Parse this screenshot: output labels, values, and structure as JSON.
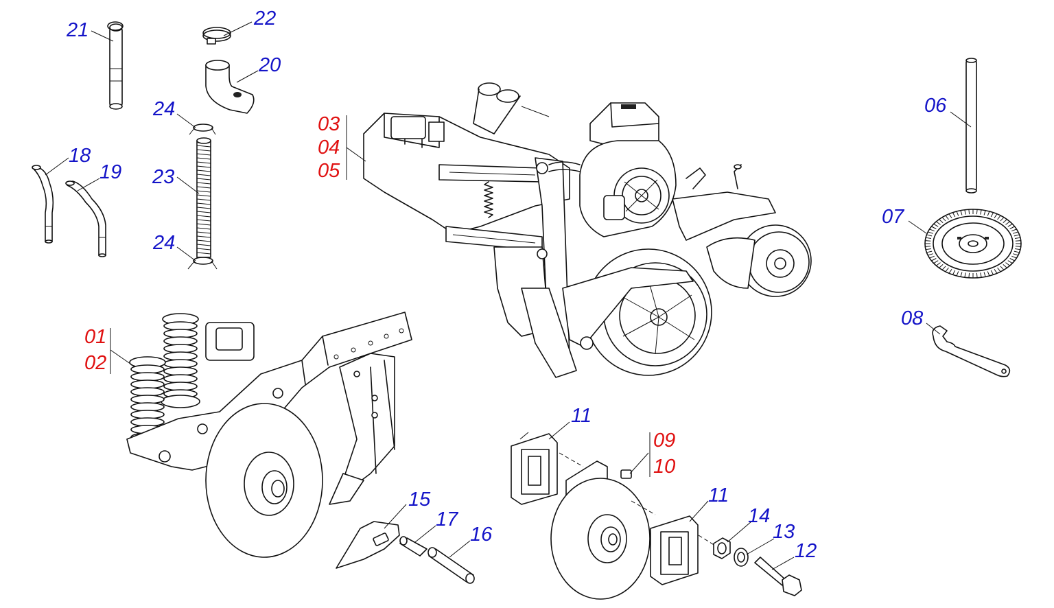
{
  "labels": [
    {
      "id": "21",
      "color": "blue"
    },
    {
      "id": "22",
      "color": "blue"
    },
    {
      "id": "20",
      "color": "blue"
    },
    {
      "id": "24a",
      "text": "24",
      "color": "blue"
    },
    {
      "id": "18",
      "color": "blue"
    },
    {
      "id": "19",
      "color": "blue"
    },
    {
      "id": "23",
      "color": "blue"
    },
    {
      "id": "24b",
      "text": "24",
      "color": "blue"
    },
    {
      "id": "03",
      "color": "red"
    },
    {
      "id": "04",
      "color": "red"
    },
    {
      "id": "05",
      "color": "red"
    },
    {
      "id": "06",
      "color": "blue"
    },
    {
      "id": "07",
      "color": "blue"
    },
    {
      "id": "08",
      "color": "blue"
    },
    {
      "id": "01",
      "color": "red"
    },
    {
      "id": "02",
      "color": "red"
    },
    {
      "id": "11a",
      "text": "11",
      "color": "blue"
    },
    {
      "id": "09",
      "color": "red"
    },
    {
      "id": "10",
      "color": "red"
    },
    {
      "id": "11b",
      "text": "11",
      "color": "blue"
    },
    {
      "id": "15",
      "color": "blue"
    },
    {
      "id": "17",
      "color": "blue"
    },
    {
      "id": "16",
      "color": "blue"
    },
    {
      "id": "14",
      "color": "blue"
    },
    {
      "id": "13",
      "color": "blue"
    },
    {
      "id": "12",
      "color": "blue"
    }
  ],
  "colors": {
    "blue_label": "#1414c8",
    "red_label": "#e01010",
    "line": "#111111"
  }
}
